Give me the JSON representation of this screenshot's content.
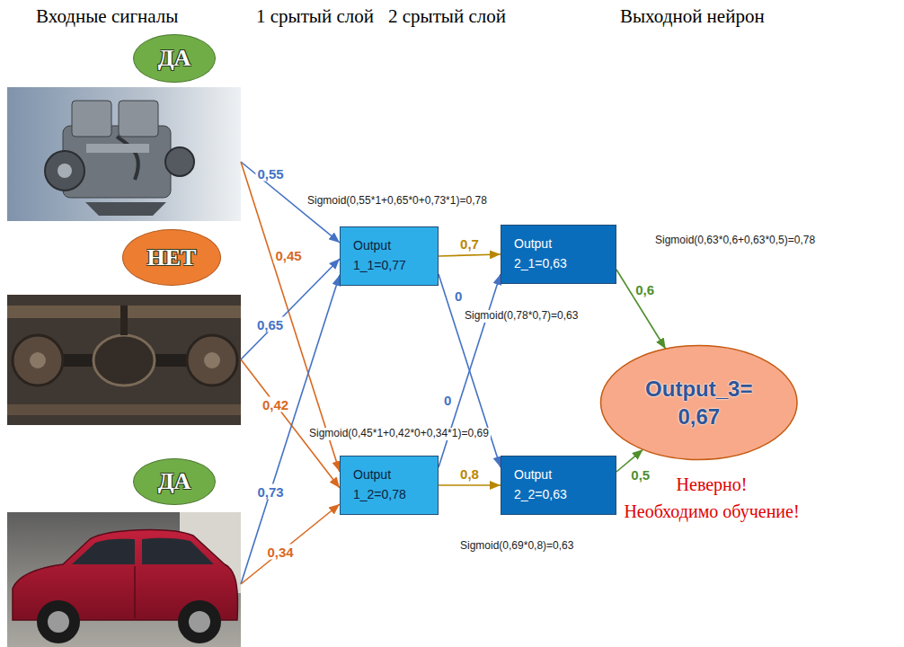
{
  "diagram": {
    "nodes": [
      {
        "text": [
          "ДА"
        ]
      },
      {
        "text": [
          "НЕТ"
        ]
      },
      {
        "text": [
          "ДА"
        ]
      },
      {
        "text": [
          "Output 1_1=0,77"
        ]
      },
      {
        "text": [
          "Output 1_2=0,78"
        ]
      },
      {
        "text": [
          "Output 2_1=0,63"
        ]
      },
      {
        "text": [
          "Output 2_2=0,63"
        ]
      },
      {
        "text": [
          "Output_3= 0,67"
        ]
      }
    ],
    "edges": [
      {
        "from": 0,
        "to": 3,
        "label": "0,55",
        "arrow": "to"
      },
      {
        "from": 0,
        "to": 4,
        "label": "0,45",
        "arrow": "to"
      },
      {
        "from": 1,
        "to": 3,
        "label": "0,65",
        "arrow": "to"
      },
      {
        "from": 1,
        "to": 4,
        "label": "0,42",
        "arrow": "to"
      },
      {
        "from": 2,
        "to": 3,
        "label": "0,73",
        "arrow": "to"
      },
      {
        "from": 2,
        "to": 4,
        "label": "0,34",
        "arrow": "to"
      },
      {
        "from": 3,
        "to": 5,
        "label": "0,7",
        "arrow": "to"
      },
      {
        "from": 3,
        "to": 6,
        "label": "0",
        "arrow": "to"
      },
      {
        "from": 4,
        "to": 5,
        "label": "0",
        "arrow": "to"
      },
      {
        "from": 4,
        "to": 6,
        "label": "0,8",
        "arrow": "to"
      },
      {
        "from": 5,
        "to": 7,
        "label": "0,6",
        "arrow": "to"
      },
      {
        "from": 6,
        "to": 7,
        "label": "0,5",
        "arrow": "to"
      }
    ],
    "labels": [
      "Входные сигналы",
      "1 срытый слой",
      "2 срытый слой",
      "Выходной нейрон",
      "Sigmoid(0,55*1+0,65*0+0,73*1)=0,78",
      "Sigmoid(0,63*0,6+0,63*0,5)=0,78",
      "Sigmoid(0,78*0,7)=0,63",
      "Sigmoid(0,45*1+0,42*0+0,34*1)=0,69",
      "Sigmoid(0,69*0,8)=0,63",
      "Неверно!",
      "Необходимо обучение!"
    ]
  }
}
